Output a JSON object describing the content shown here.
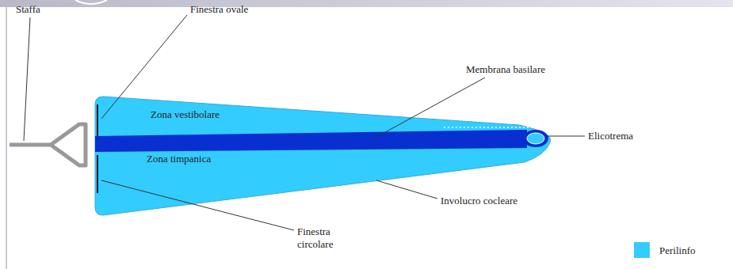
{
  "diagram": {
    "labels": [
      "Staffa",
      "Finestra ovale",
      "Membrana basilare",
      "Zona vestibolare",
      "Elicotrema",
      "Zona timpanica",
      "Finestra circolare",
      "Involucro cocleare"
    ],
    "legend": [
      {
        "text": "Perilinfo",
        "color": "#33ccff"
      }
    ]
  }
}
